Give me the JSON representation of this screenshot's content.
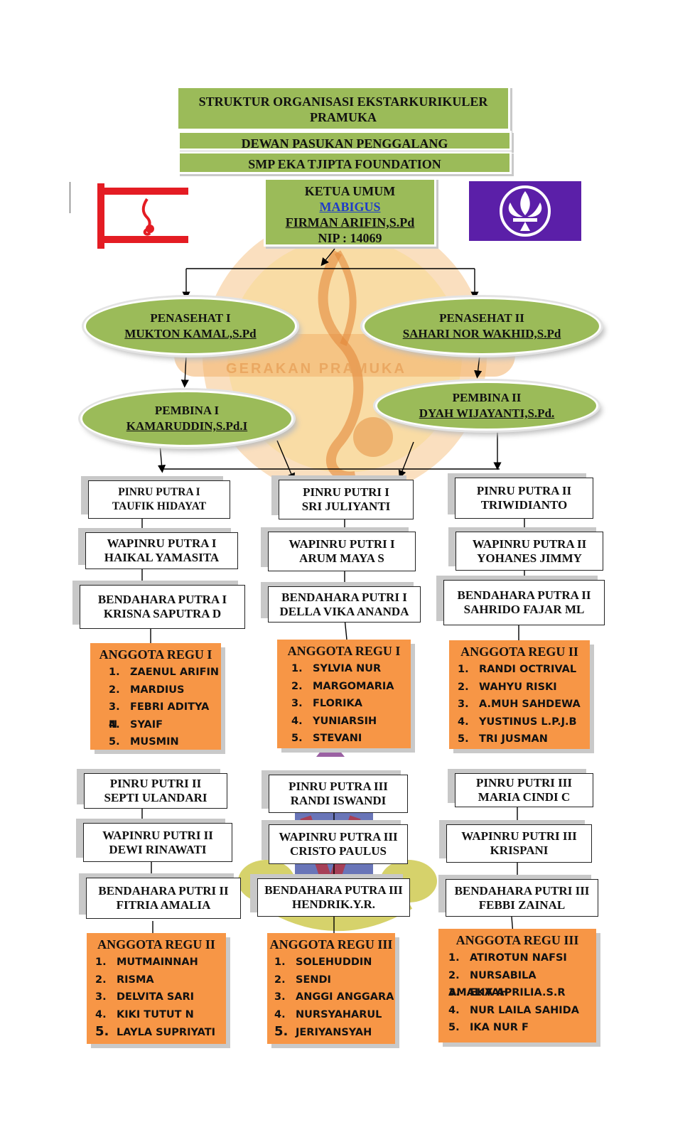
{
  "header": {
    "title_line1": "STRUKTUR ORGANISASI  EKSTARKURIKULER",
    "title_line2": "PRAMUKA",
    "subtitle": "DEWAN PASUKAN PENGGALANG",
    "school": "SMP EKA TJIPTA FOUNDATION"
  },
  "ketua": {
    "role": "KETUA UMUM",
    "link": "MABIGUS",
    "name": "FIRMAN ARIFIN,S.Pd",
    "nip": "NIP : 14069"
  },
  "colors": {
    "green": "#9bbb59",
    "orange": "#f79646",
    "link": "#1f3cc8",
    "scout_purple": "#5b1fa8",
    "flag_red": "#e41c23"
  },
  "icons": {
    "left_logo": "tunas-kelapa-flag-icon",
    "right_logo": "world-scout-emblem-icon",
    "background": "gerakan-pramuka-watermark"
  },
  "watermark_text": "GERAKAN PRAMUKA",
  "advisors": [
    {
      "role": "PENASEHAT I",
      "name": "MUKTON KAMAL,S.Pd"
    },
    {
      "role": "PENASEHAT II",
      "name": "SAHARI NOR WAKHID,S.Pd"
    }
  ],
  "pembina": [
    {
      "role": "PEMBINA I",
      "name": "KAMARUDDIN,S.Pd.I"
    },
    {
      "role": "PEMBINA II",
      "name": "DYAH WIJAYANTI,S.Pd."
    }
  ],
  "groups_top": [
    {
      "pinru": {
        "role": "PINRU PUTRA  I",
        "name": "TAUFIK HIDAYAT"
      },
      "wapinru": {
        "role": "WAPINRU PUTRA I",
        "name": "HAIKAL YAMASITA"
      },
      "bendahara": {
        "role": "BENDAHARA PUTRA I",
        "name": "KRISNA SAPUTRA D"
      },
      "anggota": {
        "title": "ANGGOTA REGU I",
        "members": [
          "ZAENUL ARIFIN",
          "MARDIUS",
          "FEBRI ADITYA N",
          "SYAIF",
          "MUSMIN"
        ]
      }
    },
    {
      "pinru": {
        "role": "PINRU PUTRI  I",
        "name": "SRI JULIYANTI"
      },
      "wapinru": {
        "role": "WAPINRU PUTRI I",
        "name": "ARUM MAYA S"
      },
      "bendahara": {
        "role": "BENDAHARA PUTRI I",
        "name": "DELLA VIKA ANANDA"
      },
      "anggota": {
        "title": "ANGGOTA REGU I",
        "members": [
          "SYLVIA NUR",
          "MARGOMARIA",
          "FLORIKA",
          "YUNIARSIH",
          "STEVANI"
        ]
      }
    },
    {
      "pinru": {
        "role": "PINRU PUTRA  II",
        "name": "TRIWIDIANTO"
      },
      "wapinru": {
        "role": "WAPINRU PUTRA II",
        "name": "YOHANES JIMMY"
      },
      "bendahara": {
        "role": "BENDAHARA PUTRA II",
        "name": "SAHRIDO FAJAR ML"
      },
      "anggota": {
        "title": "ANGGOTA REGU II",
        "members": [
          "RANDI OCTRIVAL",
          "WAHYU RISKI",
          "A.MUH SAHDEWA",
          "YUSTINUS L.P.J.B",
          "TRI JUSMAN"
        ]
      }
    }
  ],
  "groups_bottom": [
    {
      "pinru": {
        "role": "PINRU PUTRI  II",
        "name": "SEPTI ULANDARI"
      },
      "wapinru": {
        "role": "WAPINRU PUTRI II",
        "name": "DEWI RINAWATI"
      },
      "bendahara": {
        "role": "BENDAHARA PUTRI II",
        "name": "FITRIA AMALIA"
      },
      "anggota": {
        "title": "ANGGOTA REGU II",
        "members": [
          "MUTMAINNAH",
          "RISMA",
          "DELVITA SARI",
          "KIKI TUTUT N",
          "LAYLA SUPRIYATI"
        ]
      }
    },
    {
      "pinru": {
        "role": "PINRU PUTRA  III",
        "name": "RANDI ISWANDI"
      },
      "wapinru": {
        "role": "WAPINRU PUTRA III",
        "name": "CRISTO PAULUS"
      },
      "bendahara": {
        "role": "BENDAHARA PUTRA III",
        "name": "HENDRIK.Y.R."
      },
      "anggota": {
        "title": "ANGGOTA REGU III",
        "members": [
          "SOLEHUDDIN",
          "SENDI",
          "ANGGI ANGGARA",
          "NURSYAHARUL",
          "JERIYANSYAH"
        ]
      }
    },
    {
      "pinru": {
        "role": "PINRU PUTRI  III",
        "name": "MARIA CINDI C"
      },
      "wapinru": {
        "role": "WAPINRU PUTRI III",
        "name": "KRISPANI"
      },
      "bendahara": {
        "role": "BENDAHARA PUTRI III",
        "name": "FEBBI ZAINAL"
      },
      "anggota": {
        "title": "ANGGOTA REGU III",
        "members": [
          "ATIROTUN NAFSI",
          "NURSABILA AMALIYAH",
          "EKA APRILIA.S.R",
          "NUR LAILA SAHIDA",
          "IKA NUR F"
        ]
      }
    }
  ],
  "numbers": [
    "1.",
    "2.",
    "3.",
    "4.",
    "5."
  ]
}
